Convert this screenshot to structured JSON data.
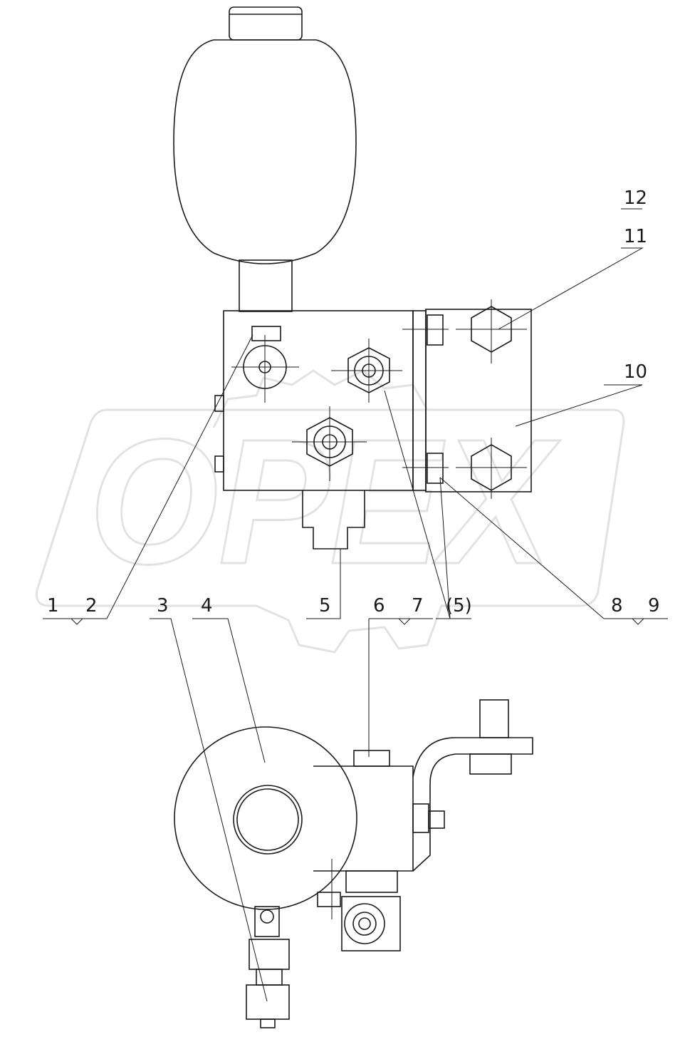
{
  "watermark": {
    "text": "OPEX"
  },
  "callouts": [
    "1",
    "2",
    "3",
    "4",
    "5",
    "6",
    "7",
    "(5)",
    "8",
    "9",
    "10",
    "11",
    "12"
  ]
}
